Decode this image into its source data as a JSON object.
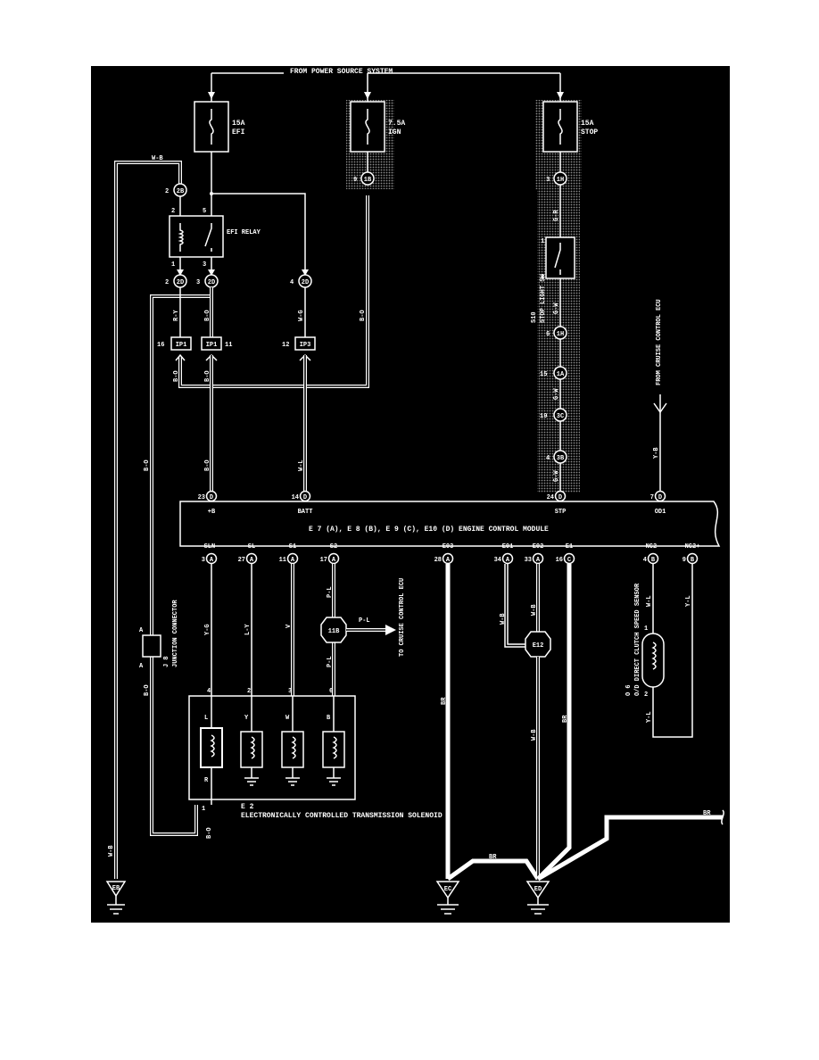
{
  "top": {
    "power_source": "FROM POWER SOURCE SYSTEM"
  },
  "fuses": [
    {
      "amp": "15A",
      "name": "EFI"
    },
    {
      "amp": "7.5A",
      "name": "IGN"
    },
    {
      "amp": "15A",
      "name": "STOP"
    }
  ],
  "connectors": {
    "c_2b_pin": "2",
    "c_2b": "2B",
    "c_1b_pin": "9",
    "c_1b": "1B",
    "c_1h_pin": "3",
    "c_1h": "1H",
    "c_2d_l_pin": "2",
    "c_2d_l": "2D",
    "c_2d_m_pin": "3",
    "c_2d_m": "2D",
    "c_2d_r_pin": "4",
    "c_2d_r": "2D",
    "ip1_a_pin": "16",
    "ip1_a": "IP1",
    "ip1_b_pin": "11",
    "ip1_b": "IP1",
    "ip3_pin": "12",
    "ip3": "IP3",
    "c_1h2_pin": "6",
    "c_1h2": "1H",
    "c_1a_pin": "15",
    "c_1a": "1A",
    "c_3c_pin": "19",
    "c_3c": "3C",
    "c_3b_pin": "4",
    "c_3b": "3B"
  },
  "relay": {
    "name": "EFI RELAY",
    "pin_top_l": "2",
    "pin_top_r": "5",
    "pin_bot_l": "1",
    "pin_bot_r": "3"
  },
  "stop_sw": {
    "name_a": "S10",
    "name_b": "STOP LIGHT SW",
    "pin_top": "1",
    "pin_bot": "2"
  },
  "wires": {
    "wb_top": "W-B",
    "wb_left": "W-B",
    "bo_left": "B-O",
    "bo_jc": "B-O",
    "bo_bottom": "B-O",
    "ry": "R-Y",
    "bo_relay": "B-O",
    "wg": "W-G",
    "bo_ign": "B-O",
    "bo_ip1a": "B-O",
    "bo_ip1b": "B-O",
    "bo_ip1b2": "B-O",
    "wl": "W-L",
    "gr": "G-R",
    "gw1": "G-W",
    "gw2": "G-W",
    "gw3": "G-W",
    "yb": "Y-B",
    "yg": "Y-G",
    "ly": "L-Y",
    "v": "V",
    "pl1": "P-L",
    "pl2": "P-L",
    "pl3": "P-L",
    "br1": "BR",
    "br2": "BR",
    "br3": "BR",
    "br4": "BR",
    "wb1": "W-B",
    "wb2": "W-B",
    "wl2": "W-L",
    "yl1": "Y-L",
    "yl2": "Y-L"
  },
  "ecm": {
    "title": "E 7 (A), E 8 (B), E 9 (C), E10 (D)  ENGINE CONTROL MODULE",
    "top_pins": [
      {
        "num": "23",
        "conn": "D",
        "name": "+B"
      },
      {
        "num": "14",
        "conn": "D",
        "name": "BATT"
      },
      {
        "num": "24",
        "conn": "D",
        "name": "STP"
      },
      {
        "num": "7",
        "conn": "D",
        "name": "OD1"
      }
    ],
    "bottom_pins": [
      {
        "num": "3",
        "conn": "A",
        "name": "SLN-"
      },
      {
        "num": "27",
        "conn": "A",
        "name": "SL"
      },
      {
        "num": "11",
        "conn": "A",
        "name": "S1"
      },
      {
        "num": "17",
        "conn": "A",
        "name": "S2"
      },
      {
        "num": "28",
        "conn": "A",
        "name": "E03"
      },
      {
        "num": "34",
        "conn": "A",
        "name": "E01"
      },
      {
        "num": "33",
        "conn": "A",
        "name": "E02"
      },
      {
        "num": "16",
        "conn": "C",
        "name": "E1"
      },
      {
        "num": "4",
        "conn": "B",
        "name": "NC2-"
      },
      {
        "num": "9",
        "conn": "B",
        "name": "NC2+"
      }
    ]
  },
  "cruise": {
    "from": "FROM CRUISE CONTROL ECU",
    "to": "TO CRUISE CONTROL ECU",
    "junction": "11B"
  },
  "junction_conn": {
    "name_a": "J 8",
    "name_b": "JUNCTION CONNECTOR",
    "pin_top": "A",
    "pin_bot": "A"
  },
  "solenoid": {
    "name_a": "E 2",
    "name_b": "ELECTRONICALLY CONTROLLED TRANSMISSION SOLENOID",
    "pins": [
      "4",
      "2",
      "3",
      "6"
    ],
    "letters": [
      "L",
      "Y",
      "W",
      "B"
    ],
    "r_pin": "R",
    "one_pin": "1"
  },
  "sensor": {
    "name_a": "O 6",
    "name_b": "O/D DIRECT CLUTCH SPEED SENSOR",
    "pin1": "1",
    "pin2": "2"
  },
  "e12": "E12",
  "grounds": [
    "EB",
    "EC",
    "ED"
  ],
  "colors": {
    "background": "#000000",
    "wire": "#ffffff",
    "page": "#ffffff"
  }
}
